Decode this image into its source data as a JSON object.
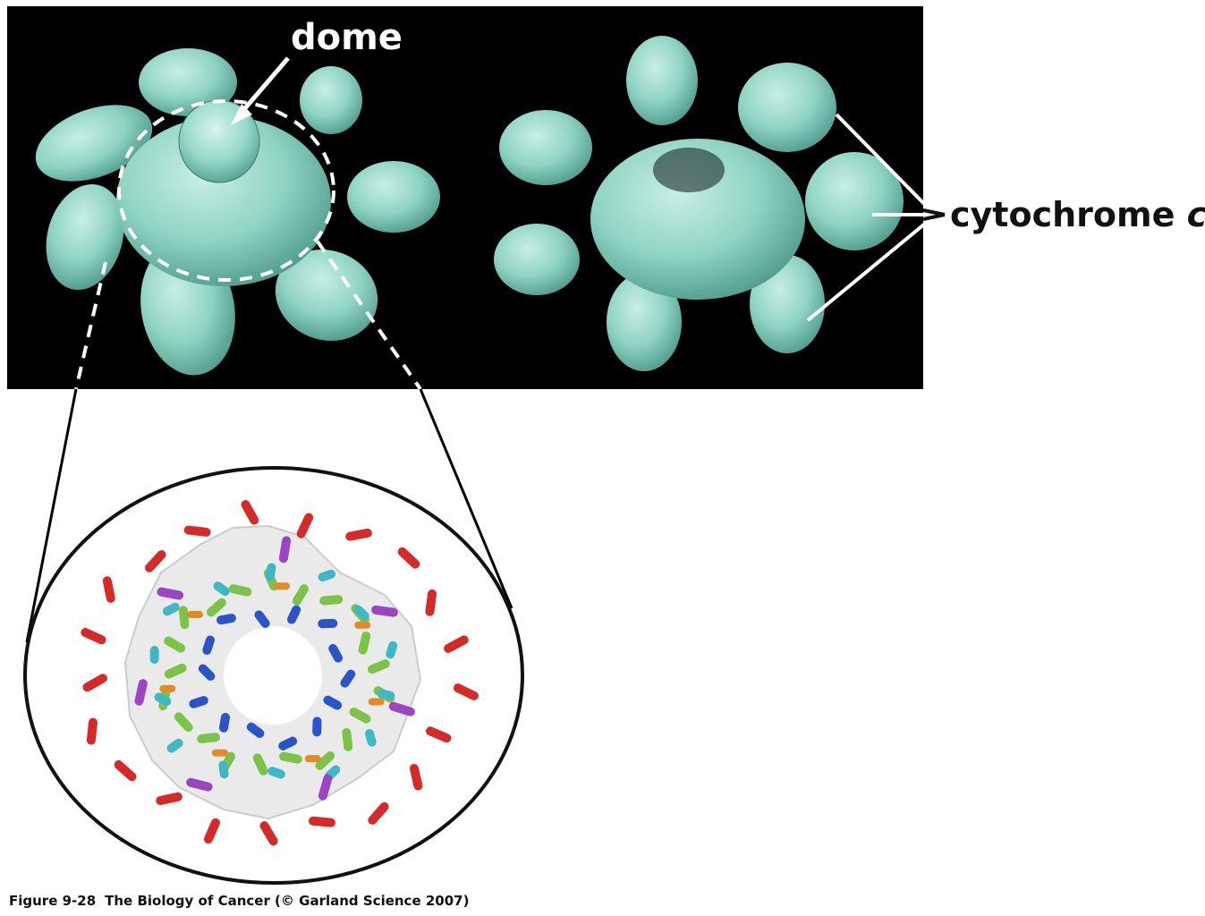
{
  "labels": {
    "dome": "dome",
    "cytochrome_text": "cytochrome",
    "cytochrome_italic": "c"
  },
  "caption": {
    "figure_number": "Figure 9-28",
    "book_and_credit": "The Biology of Cancer (© Garland Science 2007)"
  },
  "colors": {
    "panel_background": "#000000",
    "apoptosome_surface": "#8fd3c3",
    "helix_red": "#d42a2a",
    "helix_purple": "#9b45c2",
    "helix_green": "#7dc24a",
    "helix_cyan": "#40b7c4",
    "helix_blue": "#2b55c7",
    "helix_orange": "#e08a2a",
    "density_envelope": "#e8e8e8"
  }
}
